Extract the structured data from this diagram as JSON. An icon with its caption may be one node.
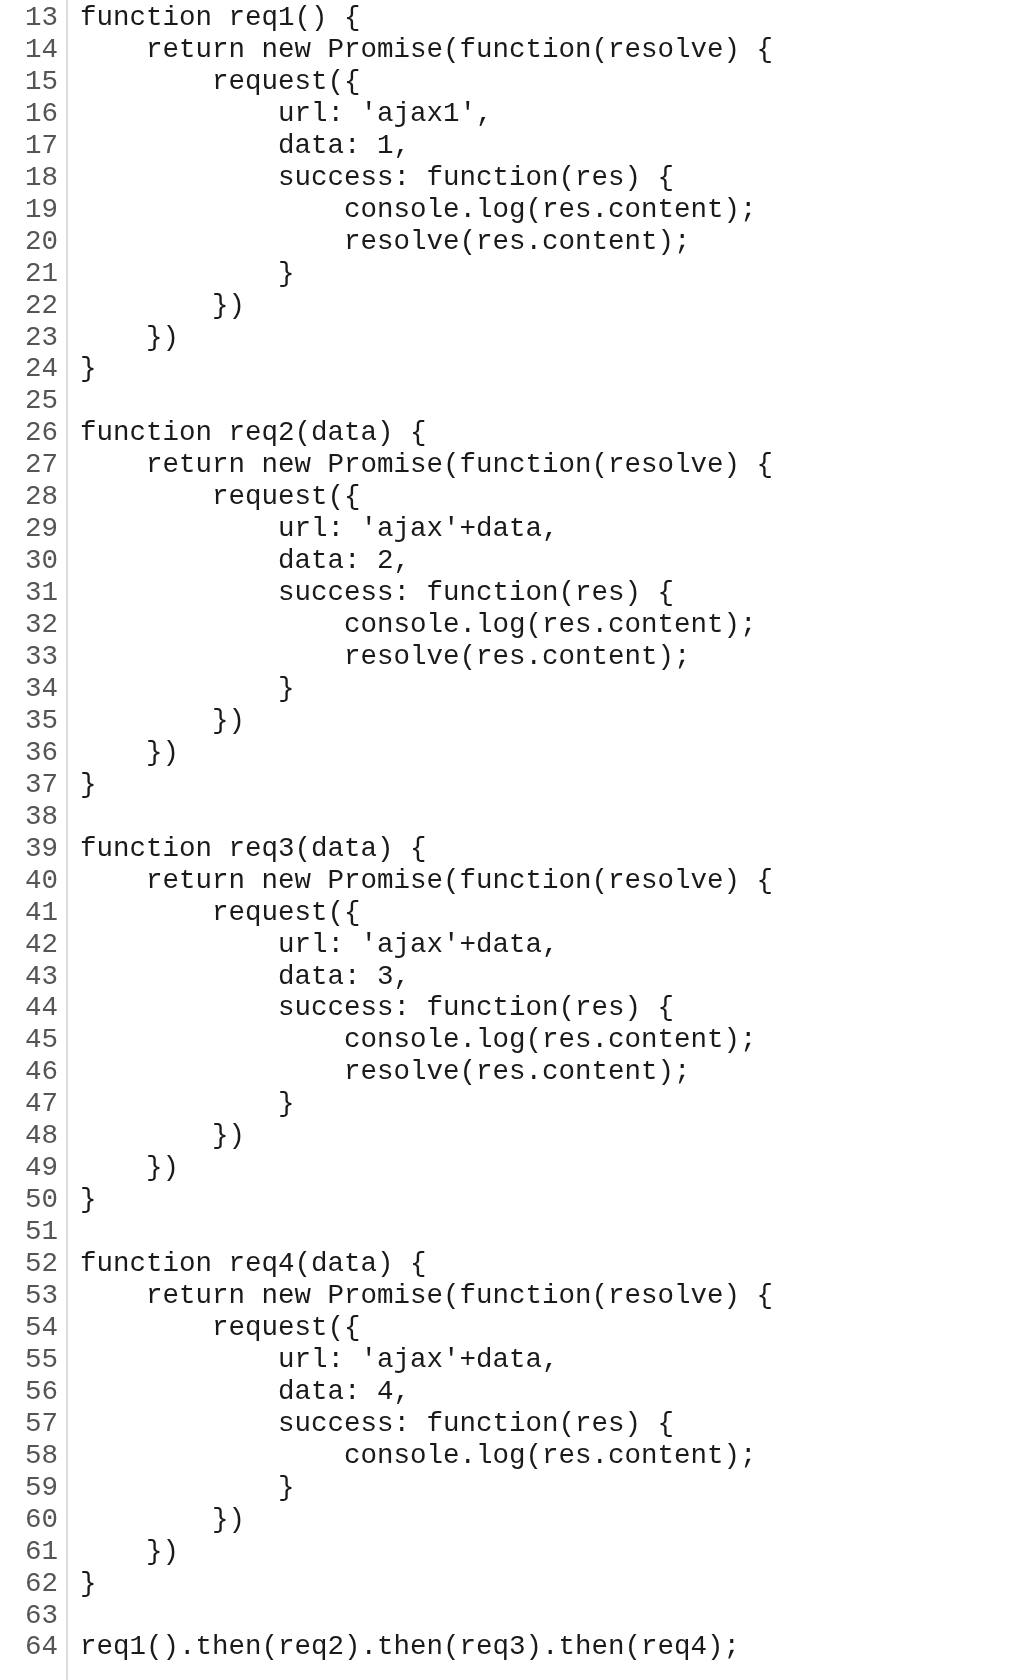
{
  "diagram": {
    "labels": [
      "13",
      "function req1() {",
      "14",
      "    return new Promise(function(resolve) {",
      "15",
      "        request({",
      "16",
      "            url: 'ajax1',",
      "17",
      "            data: 1,",
      "18",
      "            success: function(res) {",
      "19",
      "                console.log(res.content);",
      "20",
      "                resolve(res.content);",
      "21",
      "            }",
      "22",
      "        })",
      "23",
      "    })",
      "24",
      "}",
      "25",
      "26",
      "function req2(data) {",
      "27",
      "    return new Promise(function(resolve) {",
      "28",
      "        request({",
      "29",
      "            url: 'ajax'+data,",
      "30",
      "            data: 2,",
      "31",
      "            success: function(res) {",
      "32",
      "                console.log(res.content);",
      "33",
      "                resolve(res.content);",
      "34",
      "            }",
      "35",
      "        })",
      "36",
      "    })",
      "37",
      "}",
      "38",
      "39",
      "function req3(data) {",
      "40",
      "    return new Promise(function(resolve) {",
      "41",
      "        request({",
      "42",
      "            url: 'ajax'+data,",
      "43",
      "            data: 3,",
      "44",
      "            success: function(res) {",
      "45",
      "                console.log(res.content);",
      "46",
      "                resolve(res.content);",
      "47",
      "            }",
      "48",
      "        })",
      "49",
      "    })",
      "50",
      "}",
      "51",
      "52",
      "function req4(data) {",
      "53",
      "    return new Promise(function(resolve) {",
      "54",
      "        request({",
      "55",
      "            url: 'ajax'+data,",
      "56",
      "            data: 4,",
      "57",
      "            success: function(res) {",
      "58",
      "                console.log(res.content);",
      "59",
      "            }",
      "60",
      "        })",
      "61",
      "    })",
      "62",
      "}",
      "63",
      "64",
      "req1().then(req2).then(req3).then(req4);"
    ]
  }
}
